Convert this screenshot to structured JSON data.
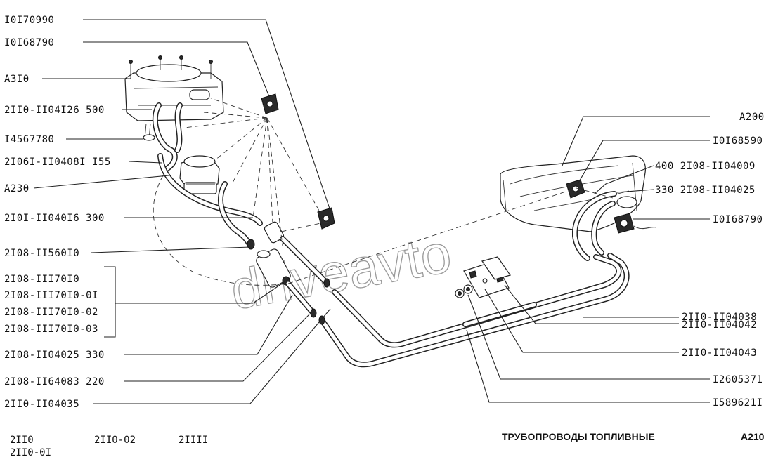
{
  "labels_left": [
    "I0I70990",
    "I0I68790",
    "A3I0",
    "2II0-II04I26 500",
    "I4567780",
    "2I06I-II0408I I55",
    "A230",
    "2I0I-II040I6 300",
    "2I08-II560I0",
    "2I08-III70I0",
    "2I08-III70I0-0I",
    "2I08-III70I0-02",
    "2I08-III70I0-03",
    "2I08-II04025 330",
    "2I08-II64083 220",
    "2II0-II04035"
  ],
  "labels_right": [
    "A200",
    "I0I68590",
    "400 2I08-II04009",
    "330 2I08-II04025",
    "I0I68790",
    "2II0-II04038",
    "2II0-II04042",
    "2II0-II04043",
    "I2605371",
    "I589621I"
  ],
  "footer": {
    "models": [
      "2II0",
      "2II0-0I",
      "2II0-02",
      "2IIII"
    ],
    "title": "ТРУБОПРОВОДЫ ТОПЛИВНЫЕ",
    "page_code": "A210"
  },
  "watermark": "driveavto"
}
